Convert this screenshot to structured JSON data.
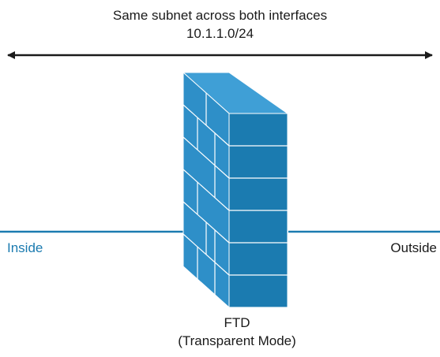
{
  "caption": {
    "line1": "Same subnet across both interfaces",
    "line2": "10.1.1.0/24"
  },
  "interfaces": {
    "inside_label": "Inside",
    "outside_label": "Outside"
  },
  "device": {
    "name": "FTD",
    "mode": "(Transparent Mode)",
    "icon": "firewall-brick-wall-icon"
  },
  "colors": {
    "inside_line": "#1b7bb0",
    "inside_text": "#1b7bb0",
    "outside_line": "#1b7bb0",
    "wall_front": "#1b7bb0",
    "wall_side": "#2e8fc8",
    "wall_top": "#3f9fd6",
    "brick_lines": "#ffffff",
    "arrow": "#1a1a1a"
  }
}
